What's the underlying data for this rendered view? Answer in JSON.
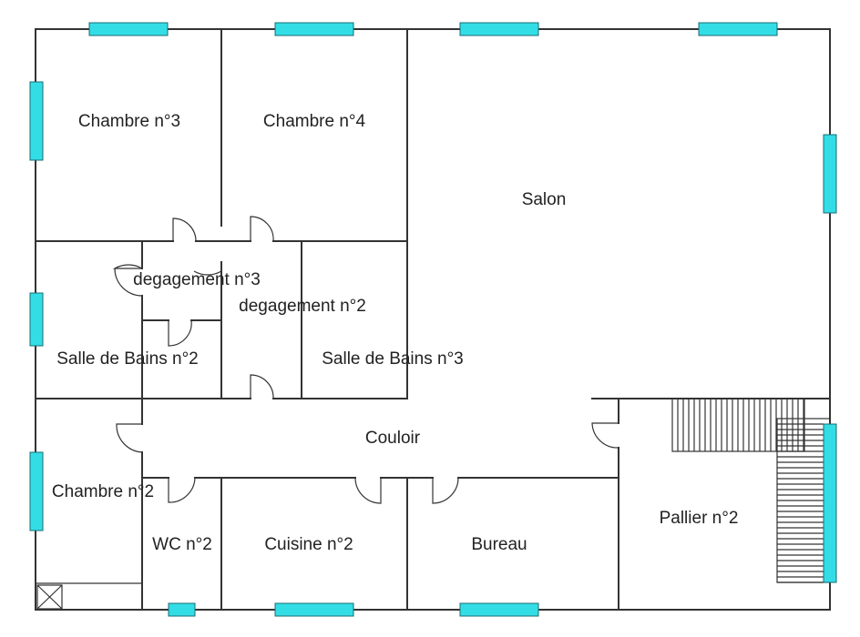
{
  "rooms": [
    {
      "id": "chambre-3",
      "label": "Chambre n°3"
    },
    {
      "id": "chambre-4",
      "label": "Chambre n°4"
    },
    {
      "id": "salon",
      "label": "Salon"
    },
    {
      "id": "degagement-3",
      "label": "degagement n°3"
    },
    {
      "id": "degagement-2",
      "label": "degagement n°2"
    },
    {
      "id": "salle-de-bains-2",
      "label": "Salle de Bains n°2"
    },
    {
      "id": "salle-de-bains-3",
      "label": "Salle de Bains n°3"
    },
    {
      "id": "couloir",
      "label": "Couloir"
    },
    {
      "id": "chambre-2",
      "label": "Chambre n°2"
    },
    {
      "id": "wc-2",
      "label": "WC n°2"
    },
    {
      "id": "cuisine-2",
      "label": "Cuisine n°2"
    },
    {
      "id": "bureau",
      "label": "Bureau"
    },
    {
      "id": "pallier-2",
      "label": "Pallier n°2"
    }
  ],
  "colors": {
    "wall": "#333333",
    "window": "#33dde6",
    "background": "#ffffff"
  }
}
